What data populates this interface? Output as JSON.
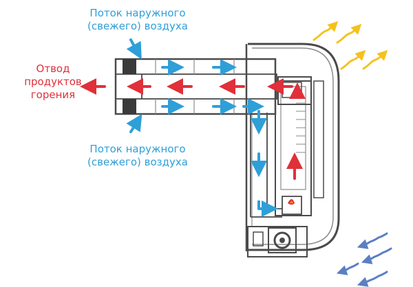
{
  "labels": {
    "exhaust": [
      "Отвод",
      "продуктов",
      "горения"
    ],
    "fresh_air_top": [
      "Поток наружного",
      "(свежего) воздуха"
    ],
    "fresh_air_bottom": [
      "Поток наружного",
      "(свежего) воздуха"
    ]
  },
  "colors": {
    "exhaust": "#e0303a",
    "fresh_air": "#2f9fd8",
    "warm_air": "#f5c21b",
    "cool_air": "#5b7fc4",
    "outline": "#4a4a4a",
    "outline_light": "#8a8a8a",
    "flame": "#f08a1c"
  }
}
